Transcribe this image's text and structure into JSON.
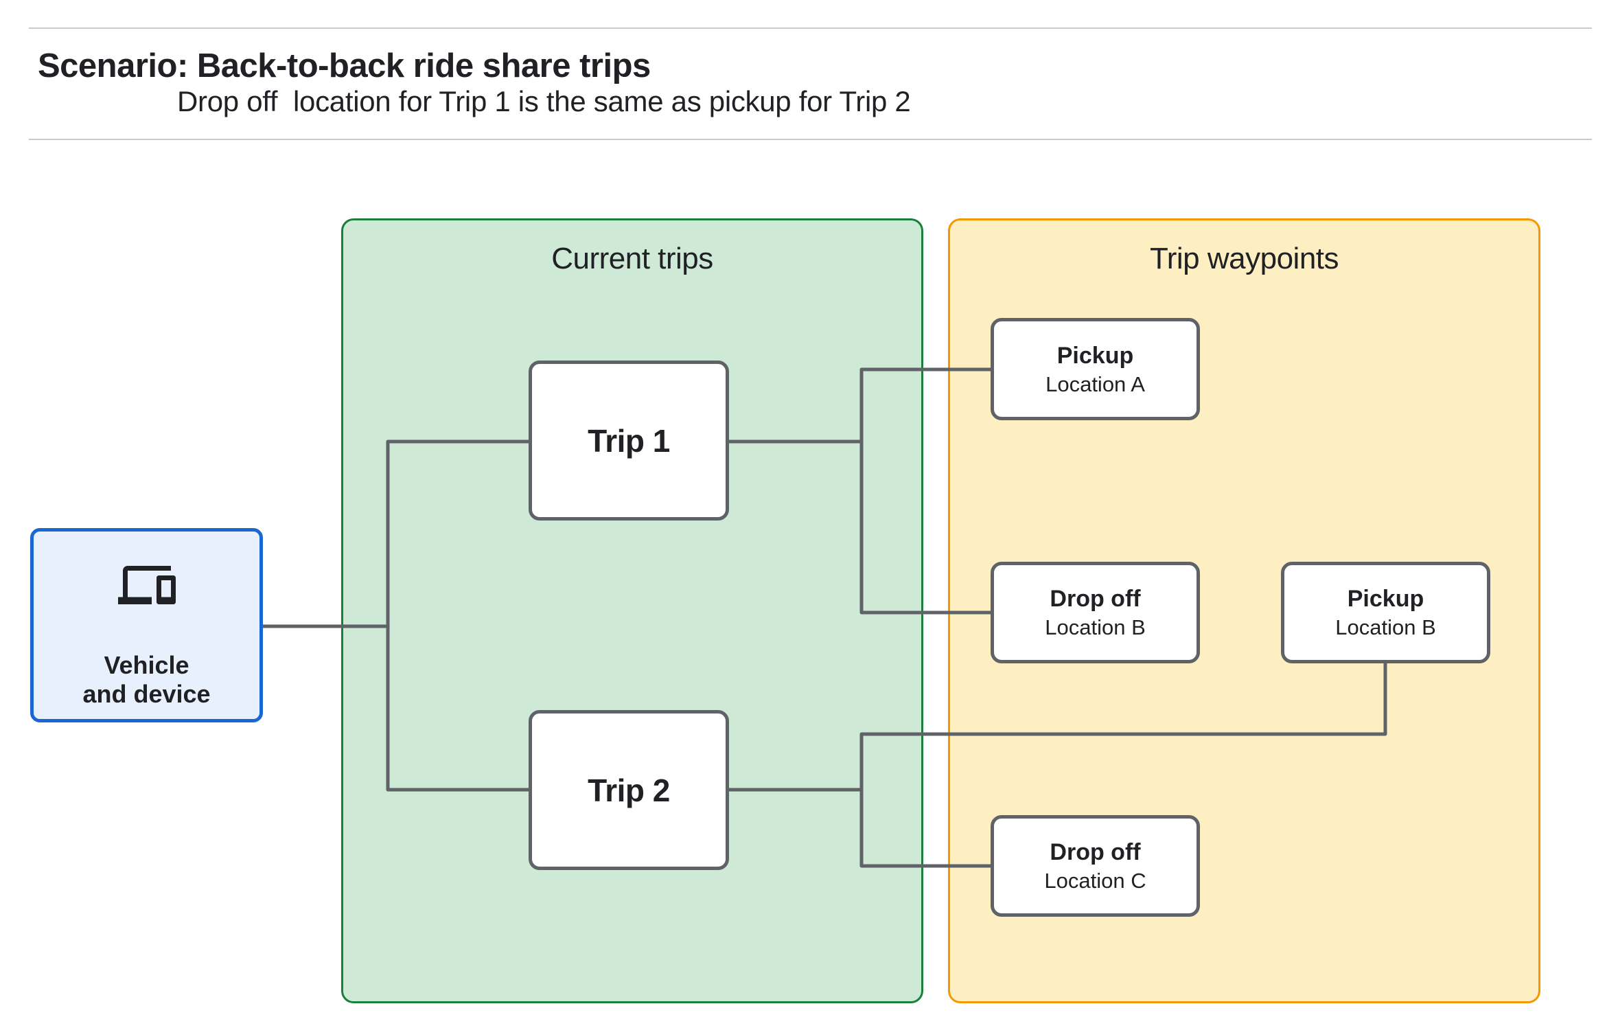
{
  "header": {
    "title": "Scenario: Back-to-back ride share trips",
    "subtitle": "Drop off  location for Trip 1 is the same as pickup for Trip 2"
  },
  "panels": {
    "current_trips": {
      "title": "Current trips"
    },
    "trip_waypoints": {
      "title": "Trip waypoints"
    }
  },
  "nodes": {
    "vehicle": {
      "label_line1": "Vehicle",
      "label_line2": "and device",
      "icon": "devices-icon"
    },
    "trip1": {
      "label": "Trip 1"
    },
    "trip2": {
      "label": "Trip 2"
    },
    "pickup_a": {
      "label": "Pickup",
      "sublabel": "Location A"
    },
    "dropoff_b": {
      "label": "Drop off",
      "sublabel": "Location B"
    },
    "pickup_b": {
      "label": "Pickup",
      "sublabel": "Location B"
    },
    "dropoff_c": {
      "label": "Drop off",
      "sublabel": "Location C"
    }
  },
  "edges": [
    {
      "from": "vehicle",
      "to": "trip1"
    },
    {
      "from": "vehicle",
      "to": "trip2"
    },
    {
      "from": "trip1",
      "to": "pickup_a"
    },
    {
      "from": "trip1",
      "to": "dropoff_b"
    },
    {
      "from": "trip2",
      "to": "dropoff_c"
    },
    {
      "from": "pickup_b",
      "to": "trip2"
    }
  ],
  "colors": {
    "text": "#202124",
    "divider": "#c9c9c9",
    "connector": "#5f6368",
    "node_border": "#5f6368",
    "vehicle_fill": "#e8f0fe",
    "vehicle_border": "#1967d2",
    "trips_panel_fill": "#ceead6",
    "trips_panel_border": "#188038",
    "waypoints_panel_fill": "#feefc3",
    "waypoints_panel_border": "#f29900"
  }
}
